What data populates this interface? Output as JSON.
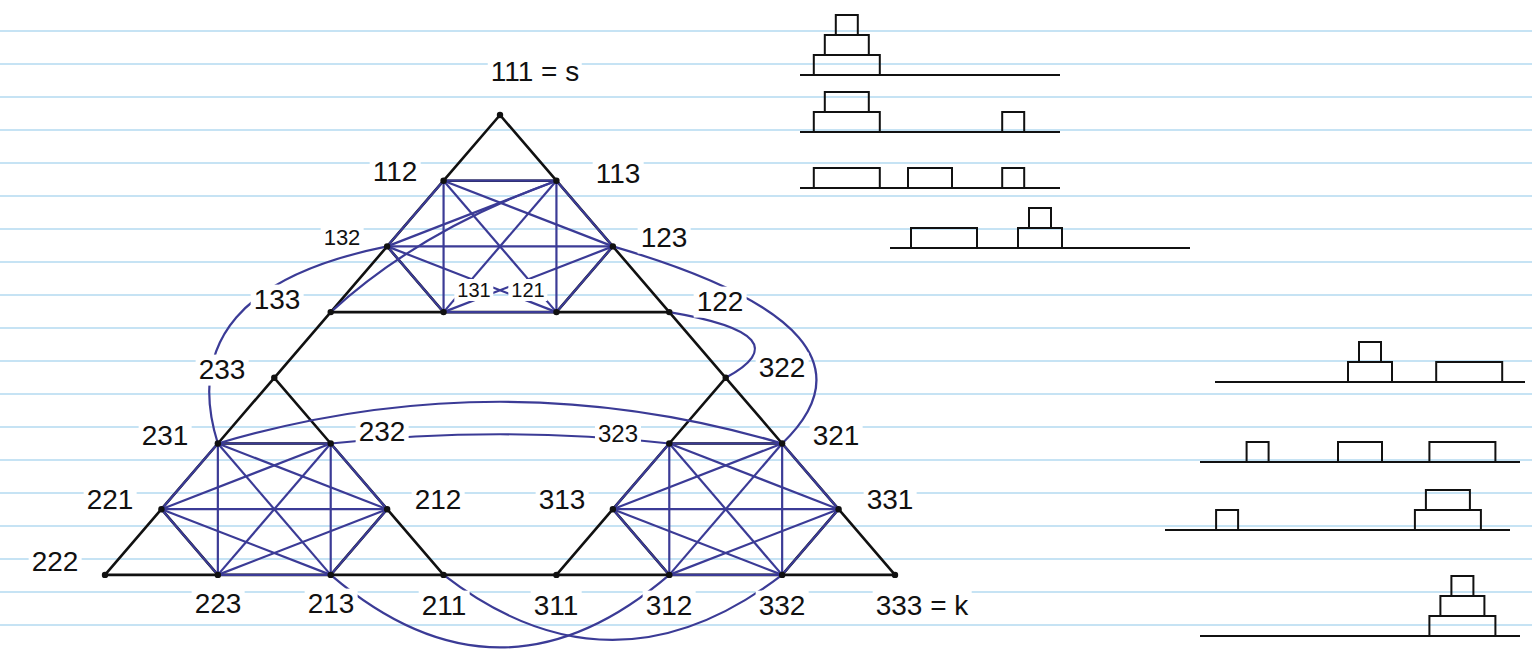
{
  "diagram": {
    "labels": [
      "111 = s",
      "112",
      "113",
      "132",
      "123",
      "133",
      "131",
      "121",
      "122",
      "233",
      "322",
      "231",
      "232",
      "323",
      "321",
      "221",
      "212",
      "313",
      "331",
      "222",
      "223",
      "213",
      "211",
      "311",
      "312",
      "332",
      "333 = k"
    ]
  }
}
